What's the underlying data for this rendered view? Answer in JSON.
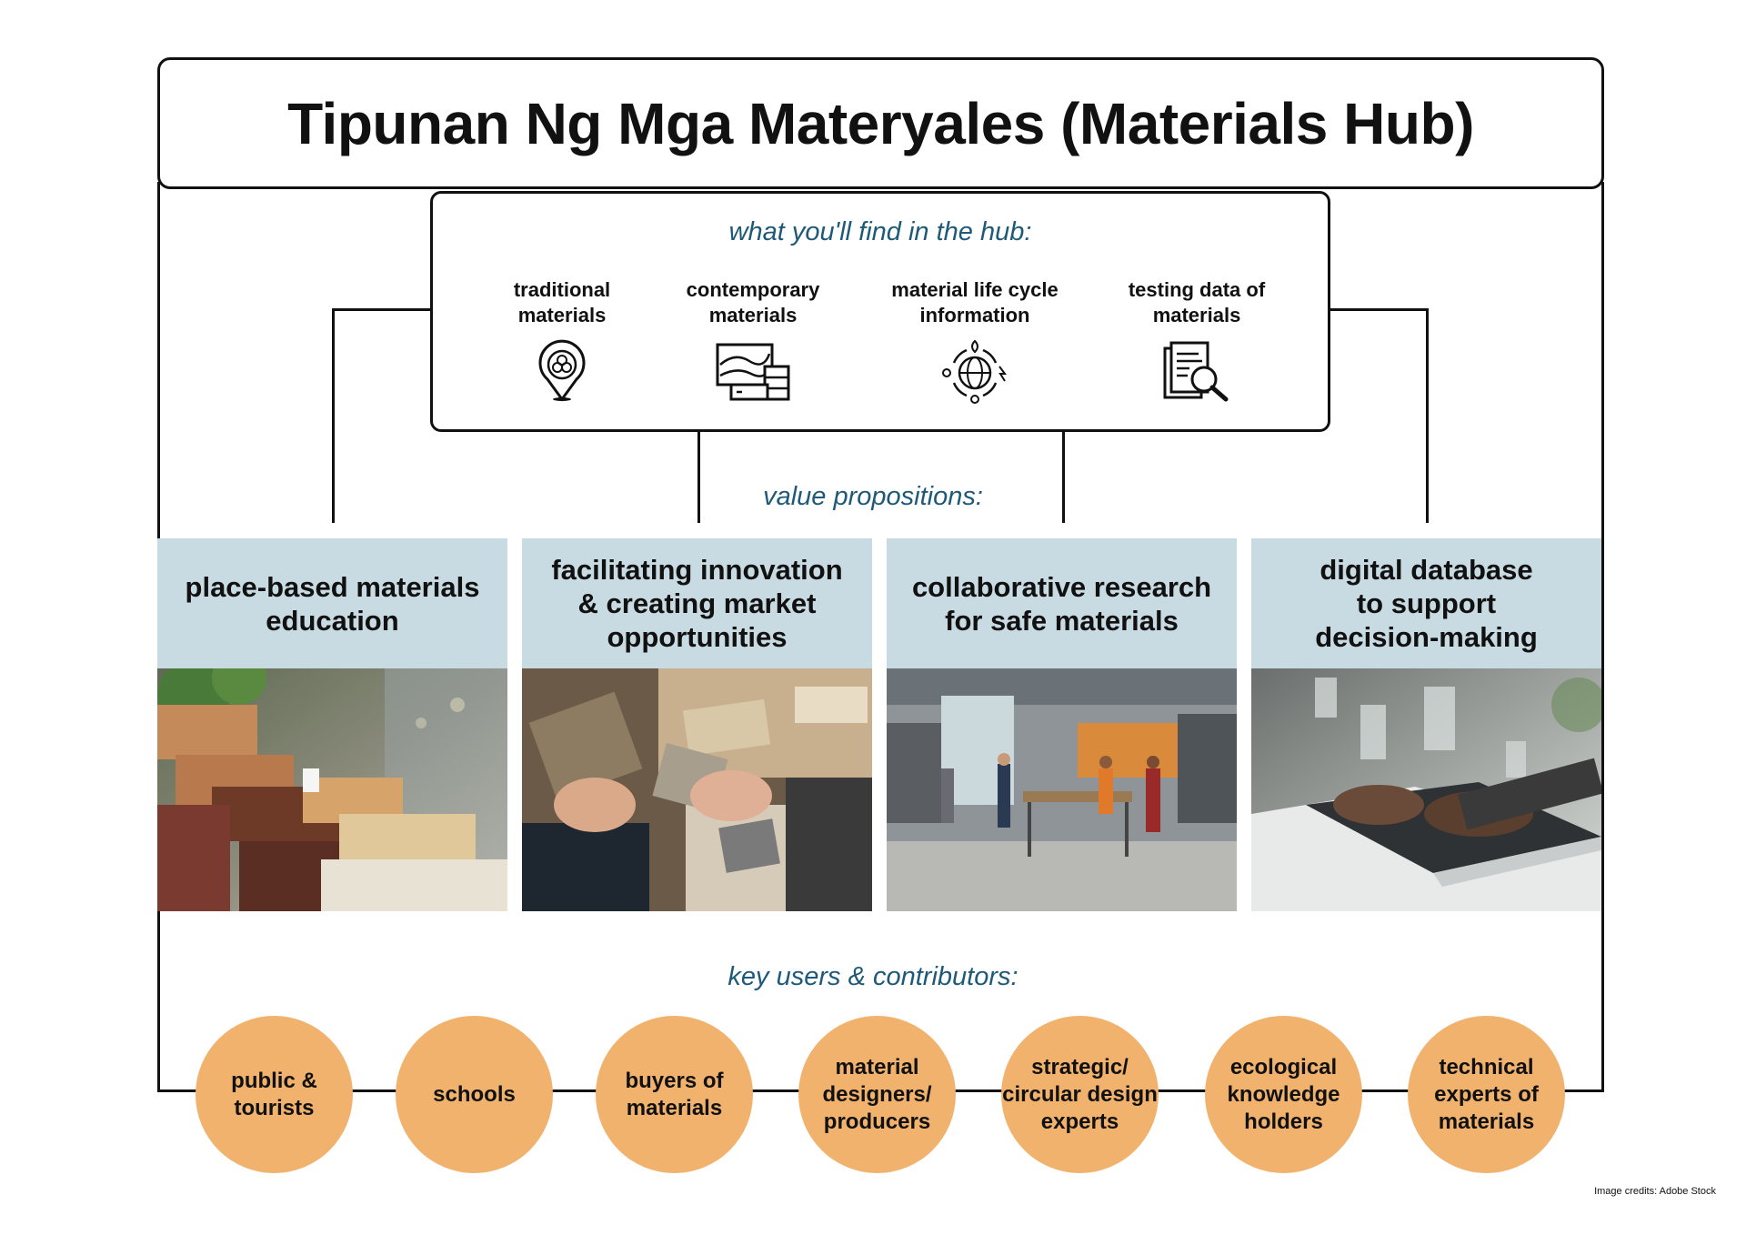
{
  "title": "Tipunan Ng Mga Materyales (Materials Hub)",
  "hub": {
    "heading": "what you'll find in the hub:",
    "items": [
      {
        "label_l1": "traditional",
        "label_l2": "materials",
        "icon": "location-pin-icon"
      },
      {
        "label_l1": "contemporary",
        "label_l2": "materials",
        "icon": "material-samples-icon"
      },
      {
        "label_l1": "material life cycle",
        "label_l2": "information",
        "icon": "globe-cycle-icon"
      },
      {
        "label_l1": "testing data of",
        "label_l2": "materials",
        "icon": "document-search-icon"
      }
    ]
  },
  "value_propositions": {
    "heading": "value propositions:",
    "items": [
      {
        "line1": "place-based materials",
        "line2": "education",
        "line3": "",
        "image": "materials-display-photo"
      },
      {
        "line1": "facilitating innovation",
        "line2": "& creating market",
        "line3": "opportunities",
        "image": "hands-samples-photo"
      },
      {
        "line1": "collaborative research",
        "line2": "for safe materials",
        "line3": "",
        "image": "lab-workshop-photo"
      },
      {
        "line1": "digital database",
        "line2": "to support",
        "line3": "decision-making",
        "image": "laptop-typing-photo"
      }
    ]
  },
  "users": {
    "heading": "key users & contributors:",
    "items": [
      {
        "l1": "public &",
        "l2": "tourists",
        "l3": ""
      },
      {
        "l1": "schools",
        "l2": "",
        "l3": ""
      },
      {
        "l1": "buyers of",
        "l2": "materials",
        "l3": ""
      },
      {
        "l1": "material",
        "l2": "designers/",
        "l3": "producers"
      },
      {
        "l1": "strategic/",
        "l2": "circular design",
        "l3": "experts"
      },
      {
        "l1": "ecological",
        "l2": "knowledge",
        "l3": "holders"
      },
      {
        "l1": "technical",
        "l2": "experts of",
        "l3": "materials"
      }
    ]
  },
  "credits": "Image credits: Adobe Stock",
  "colors": {
    "accent_text": "#1e5a78",
    "header_fill": "#c8dae2",
    "circle_fill": "#f1b26e"
  }
}
